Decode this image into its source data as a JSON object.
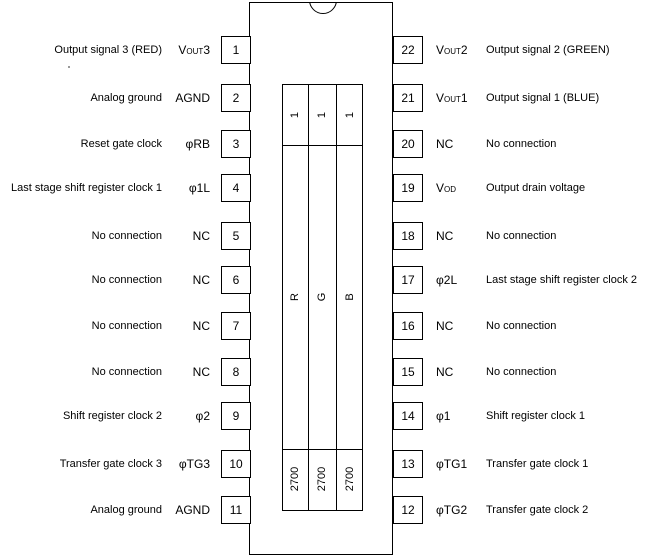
{
  "pins_left": [
    {
      "num": "1",
      "sym": "Vout3",
      "sym_main": "V",
      "sym_sub": "OUT",
      "sym_tail": "3",
      "desc": "Output signal 3 (RED)"
    },
    {
      "num": "2",
      "sym": "AGND",
      "desc": "Analog ground"
    },
    {
      "num": "3",
      "sym": "φRB",
      "desc": "Reset gate clock"
    },
    {
      "num": "4",
      "sym": "φ1L",
      "desc": "Last stage shift register clock 1"
    },
    {
      "num": "5",
      "sym": "NC",
      "desc": "No connection"
    },
    {
      "num": "6",
      "sym": "NC",
      "desc": "No connection"
    },
    {
      "num": "7",
      "sym": "NC",
      "desc": "No connection"
    },
    {
      "num": "8",
      "sym": "NC",
      "desc": "No connection"
    },
    {
      "num": "9",
      "sym": "φ2",
      "desc": "Shift register clock 2"
    },
    {
      "num": "10",
      "sym": "φTG3",
      "desc": "Transfer gate clock 3"
    },
    {
      "num": "11",
      "sym": "AGND",
      "desc": "Analog ground"
    }
  ],
  "pins_right": [
    {
      "num": "22",
      "sym": "Vout2",
      "sym_main": "V",
      "sym_sub": "OUT",
      "sym_tail": "2",
      "desc": "Output signal 2 (GREEN)"
    },
    {
      "num": "21",
      "sym": "Vout1",
      "sym_main": "V",
      "sym_sub": "OUT",
      "sym_tail": "1",
      "desc": "Output signal 1 (BLUE)"
    },
    {
      "num": "20",
      "sym": "NC",
      "desc": "No connection"
    },
    {
      "num": "19",
      "sym": "VOD",
      "sym_main": "V",
      "sym_sub": "OD",
      "sym_tail": "",
      "desc": "Output drain voltage"
    },
    {
      "num": "18",
      "sym": "NC",
      "desc": "No connection"
    },
    {
      "num": "17",
      "sym": "φ2L",
      "desc": "Last stage shift register clock 2"
    },
    {
      "num": "16",
      "sym": "NC",
      "desc": "No connection"
    },
    {
      "num": "15",
      "sym": "NC",
      "desc": "No connection"
    },
    {
      "num": "14",
      "sym": "φ1",
      "desc": "Shift register clock 1"
    },
    {
      "num": "13",
      "sym": "φTG1",
      "desc": "Transfer gate clock 1"
    },
    {
      "num": "12",
      "sym": "φTG2",
      "desc": "Transfer gate clock 2"
    }
  ],
  "sensor": {
    "top_labels": [
      "1",
      "1",
      "1"
    ],
    "channel_labels": [
      "R",
      "G",
      "B"
    ],
    "bottom_labels": [
      "2700",
      "2700",
      "2700"
    ]
  }
}
